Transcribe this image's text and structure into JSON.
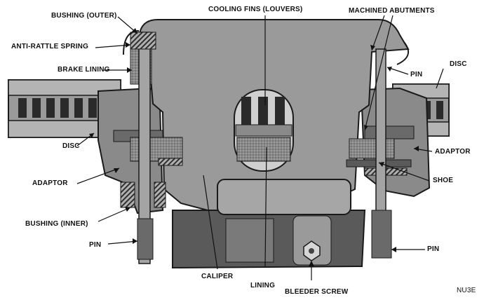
{
  "labels": {
    "bushing_outer": "BUSHING (OUTER)",
    "cooling_fins": "COOLING FINS (LOUVERS)",
    "machined_abutments": "MACHINED ABUTMENTS",
    "anti_rattle_spring": "ANTI-RATTLE SPRING",
    "brake_lining": "BRAKE LINING",
    "pin_upper_right": "PIN",
    "disc_right": "DISC",
    "disc_left": "DISC",
    "adaptor_right": "ADAPTOR",
    "adaptor_left": "ADAPTOR",
    "shoe": "SHOE",
    "bushing_inner": "BUSHING (INNER)",
    "pin_left": "PIN",
    "pin_right": "PIN",
    "caliper": "CALIPER",
    "lining": "LINING",
    "bleeder_screw": "BLEEDER SCREW",
    "figure_code": "NU3E"
  },
  "colors": {
    "metal_light": "#9a9a9a",
    "metal_mid": "#7c7c7c",
    "metal_dark": "#4a4a4a",
    "outline": "#1a1a1a",
    "lining": "#8e8e8e",
    "background": "#ffffff"
  }
}
